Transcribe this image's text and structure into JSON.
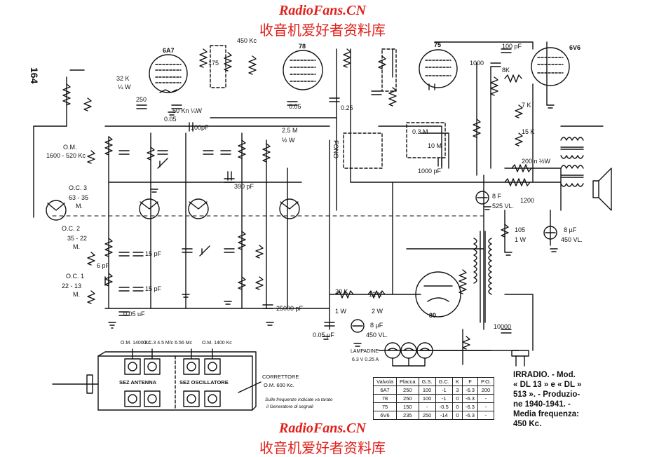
{
  "watermark": {
    "brand": "RadioFans.CN",
    "subtitle": "收音机爱好者资料库"
  },
  "page_number": "164",
  "tubes": [
    "6A7",
    "78",
    "75",
    "6V6",
    "80"
  ],
  "labels": {
    "freq_450": "450 Kc",
    "c_100pf_top": "100 pF",
    "r_32k": "32 K",
    "w_quarter": "¼ W",
    "c_250": "250",
    "c_005": "0.05",
    "r_50k": "50 Kn ¼W",
    "c_100pf": "100pF",
    "c_175": "175",
    "c_025": "0.25",
    "c_1000": "1000",
    "r_8k": "8K",
    "r_25m": "2.5 M",
    "w_half": "½ W",
    "r_03m": "0.3 M",
    "r_10m": "10 M",
    "c_1000pf": "1000 pF",
    "fonoi": "FONO",
    "r_7k": "7 K",
    "r_15k": "15 K",
    "r_200": "200 n ½W",
    "c_8f": "8 F",
    "v_525": "525 VL.",
    "r_1200": "1200",
    "r_105": "105",
    "w_1": "1 W",
    "c_8uf": "8 µF",
    "v_450": "450 VL.",
    "om_band": "O.M.",
    "om_range": "1600 - 520 Kc",
    "oc3": "O.C. 3",
    "oc3_range": "63 - 35",
    "oc2": "O.C. 2",
    "oc2_range": "35 - 22",
    "oc1": "O.C. 1",
    "oc1_range": "22 - 13",
    "m": "M.",
    "c_390pf": "390 pF",
    "c_15pf": "15 pF",
    "c_6pf": "6 pF",
    "c_005uf": "0.05 uF",
    "c_25000pf": "25000 pF",
    "r_20k": "20 K",
    "r_12k": "12 K",
    "w_2": "2 W",
    "c_8uf_b": "8 µF",
    "v_450_b": "450 VL.",
    "c_10000": "10000",
    "c_005uf_b": "0.05 µF",
    "lampadine": "LAMPADINE",
    "lamp_rating": "6.3 V   0.25 A",
    "panel_om1": "O.M. 1400 Kc.",
    "panel_oc3": "O.C.3  4.5 M/c 6.56 Mc",
    "panel_om2": "O.M. 1400 Kc",
    "sez_antenna": "SEZ ANTENNA",
    "sez_oscillatore": "SEZ OSCILLATORE",
    "correttore": "CORRETTORE",
    "correttore_freq": "O.M. 600 Kc.",
    "note_line1": "Sulle frequenze indicate va tarato",
    "note_line2": "il Generatore di segnali"
  },
  "title_block": {
    "line1": "IRRADIO. - Mod.",
    "line2": "« DL 13 » e « DL »",
    "line3": "513 ». - Produzio-",
    "line4": "ne 1940-1941. -",
    "line5": "Media     frequenza:",
    "line6": "450 Kc."
  },
  "valve_table": {
    "headers": [
      "Valvola",
      "Placca",
      "G.S.",
      "G.C.",
      "K",
      "F",
      "P.O."
    ],
    "rows": [
      [
        "6A7",
        "250",
        "100",
        "-1",
        "3",
        "-6.3",
        "200"
      ],
      [
        "78",
        "250",
        "100",
        "-1",
        "0",
        "-6.3",
        "-"
      ],
      [
        "75",
        "150",
        "-",
        "-0.5",
        "0",
        "-6.3",
        "-"
      ],
      [
        "6V6",
        "235",
        "250",
        "-14",
        "0",
        "-6.3",
        "-"
      ]
    ]
  },
  "colors": {
    "watermark": "#e0201b",
    "ink": "#111111",
    "paper": "#ffffff"
  }
}
